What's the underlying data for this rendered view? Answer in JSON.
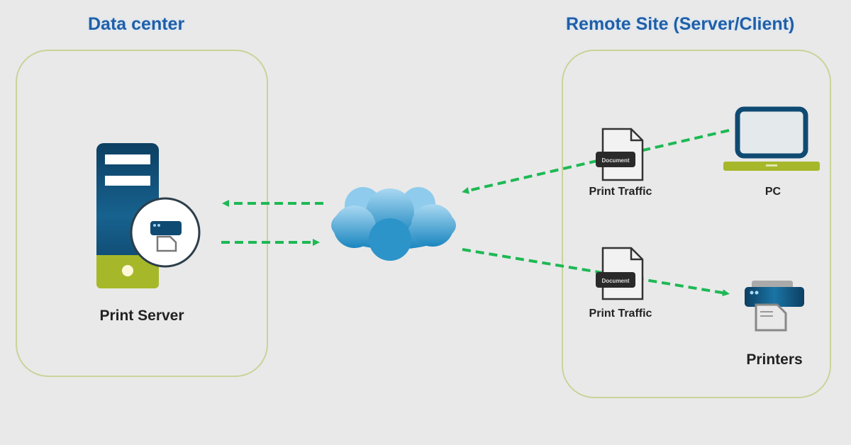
{
  "titles": {
    "data_center": "Data center",
    "remote_site": "Remote Site (Server/Client)"
  },
  "nodes": {
    "print_server": "Print Server",
    "pc": "PC",
    "printers": "Printers",
    "traffic_top": "Print Traffic",
    "traffic_bottom": "Print Traffic",
    "document_tag": "Document"
  },
  "colors": {
    "title": "#1f5fa8",
    "arrow": "#1db954",
    "server_blue": "#0f4a72",
    "server_green": "#a6b82a",
    "box_border": "#c9d39a"
  }
}
